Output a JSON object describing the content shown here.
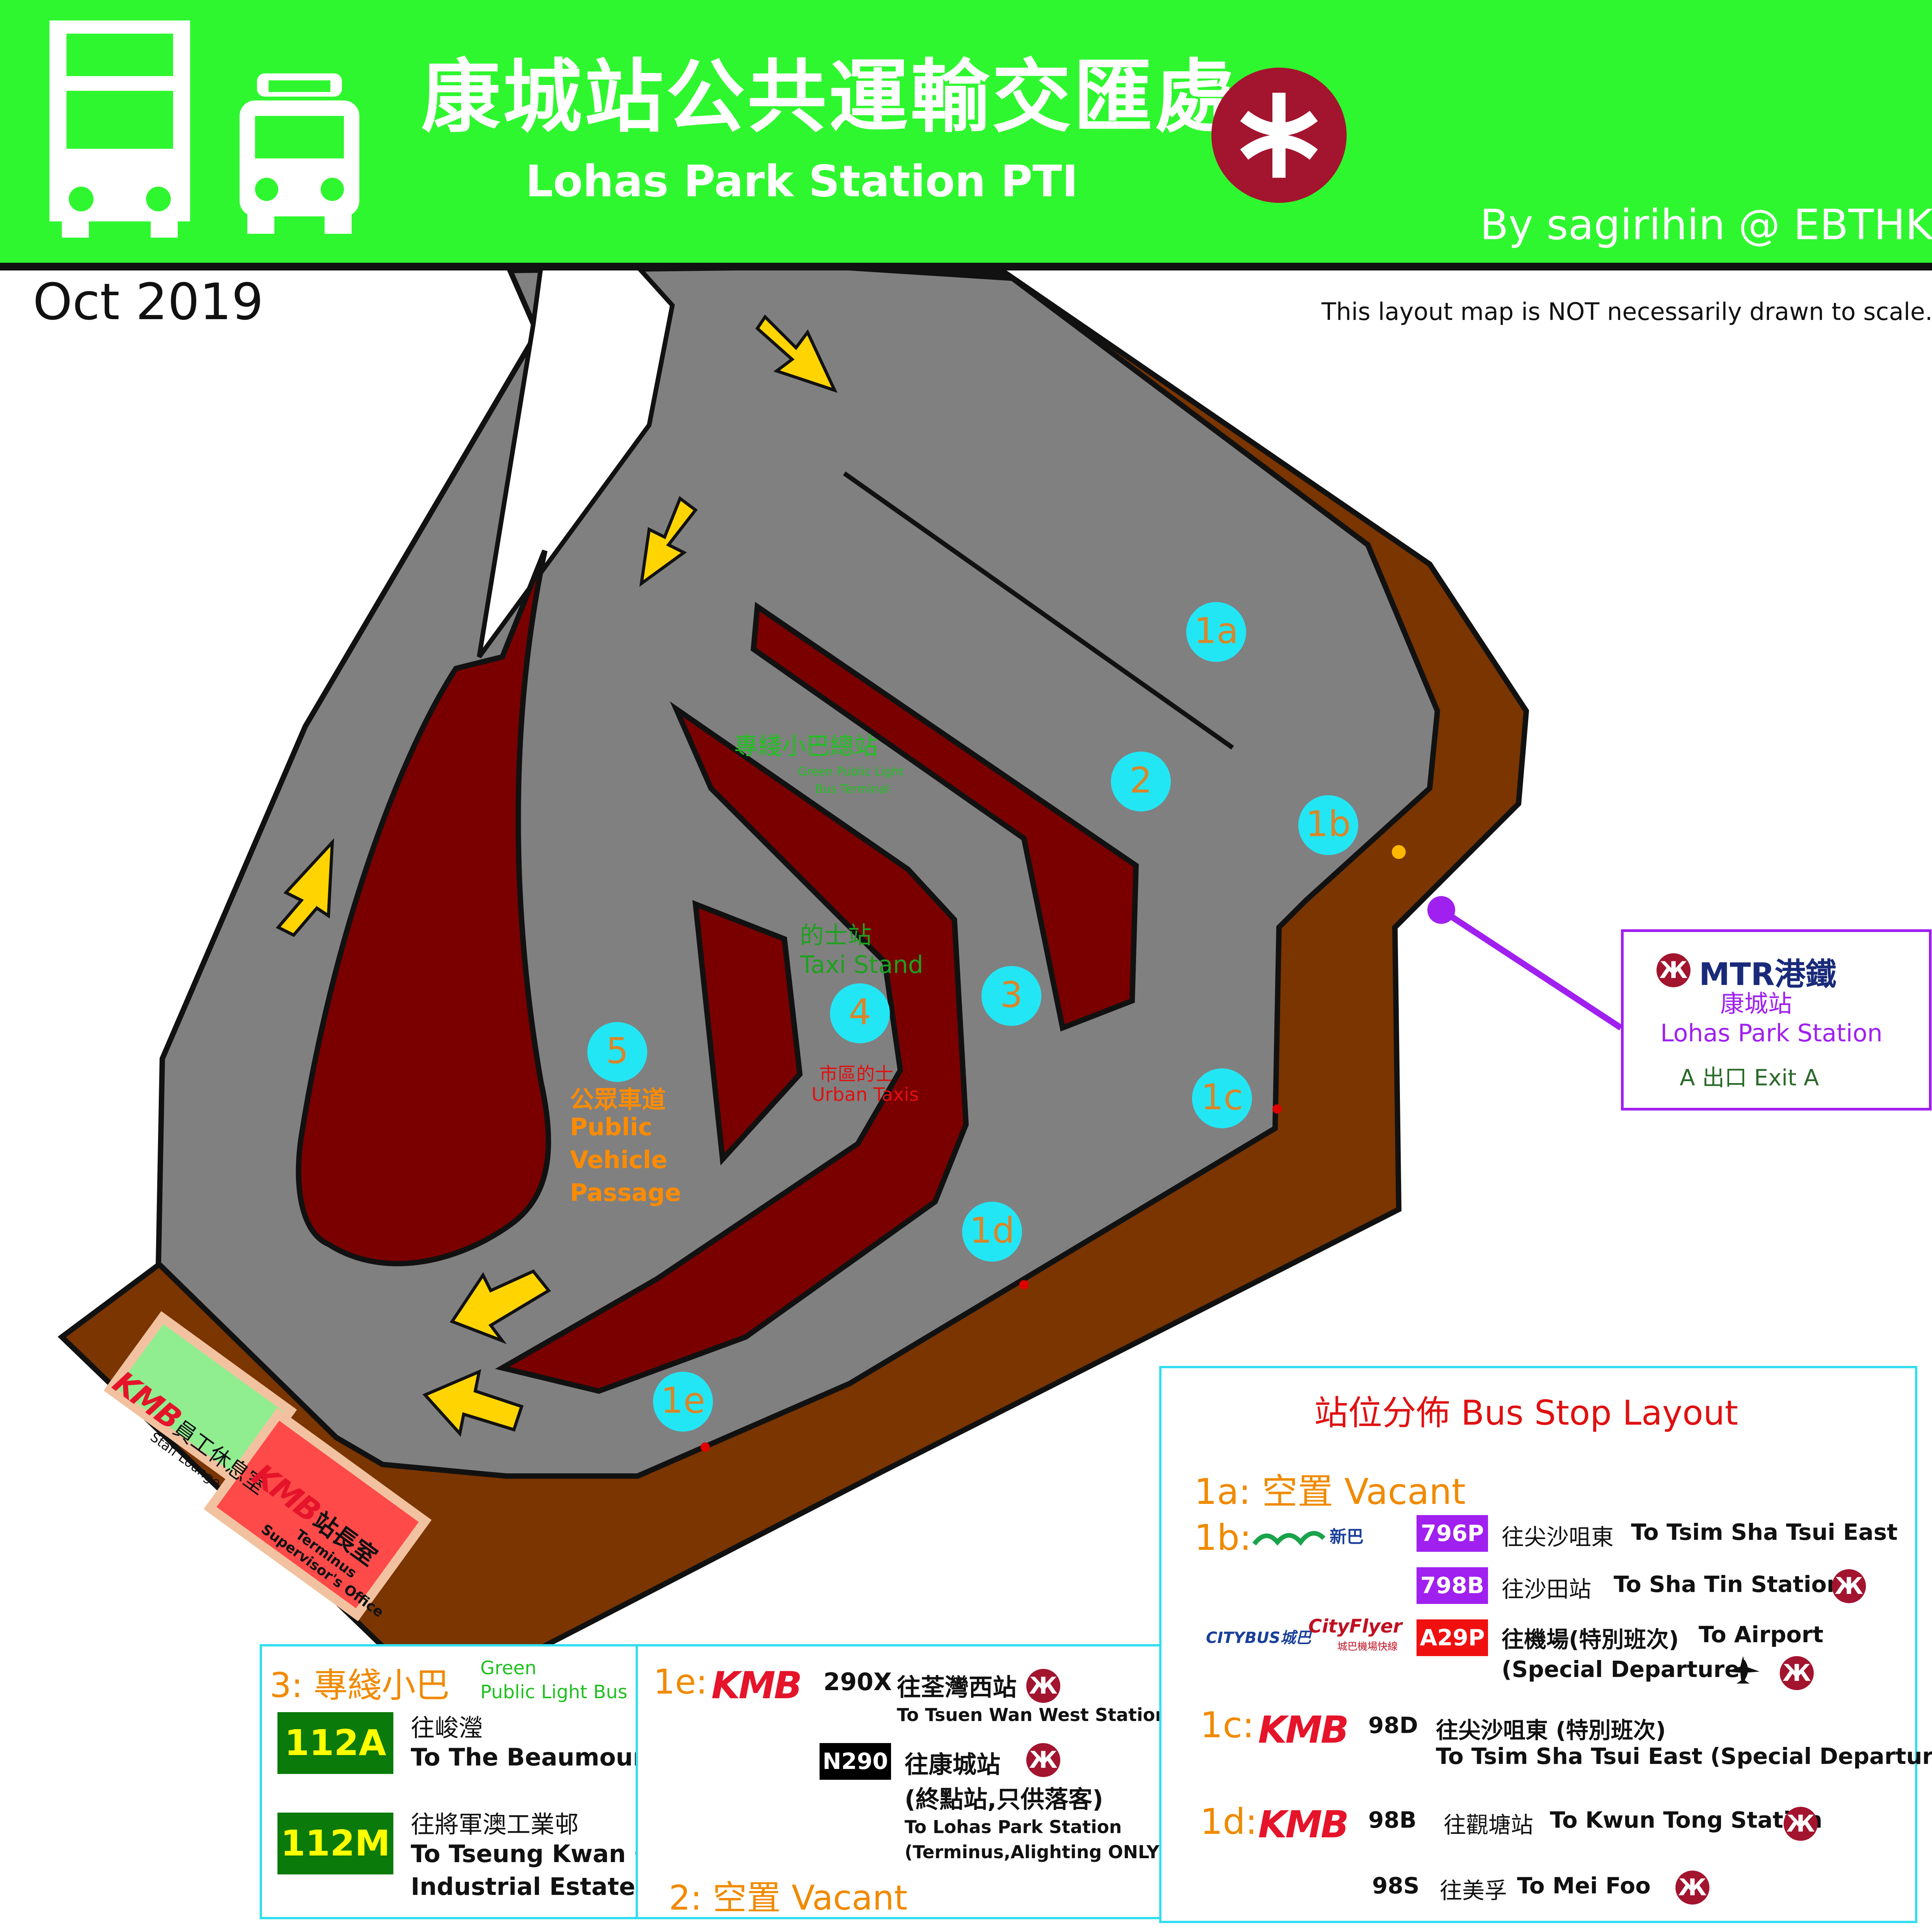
{
  "header": {
    "title_zh": "康城站公共運輸交匯處",
    "title_en": "Lohas Park Station PTI",
    "author": "By sagirihin @ EBTHK",
    "date": "Oct 2019",
    "scale_note": "This layout map is NOT necessarily drawn to scale."
  },
  "colors": {
    "header_bg": "#2ff72f",
    "road": "#808080",
    "island": "#7a0000",
    "pavement": "#7a3500",
    "arrow": "#ffd400",
    "stop_marker": "#23e6f5",
    "mtr": "#a3142f",
    "mtr_line": "#a020f0"
  },
  "icons": [
    "double-decker-bus-icon",
    "minibus-icon",
    "mtr-logo-icon",
    "airplane-icon"
  ],
  "stops": [
    "1a",
    "2",
    "1b",
    "3",
    "4",
    "5",
    "1c",
    "1d",
    "1e"
  ],
  "map_labels": {
    "gmb_zh": "專綫小巴總站",
    "gmb_en1": "Green Public Light",
    "gmb_en2": "Bus Terminal",
    "taxi_zh": "的士站",
    "taxi_en": "Taxi Stand",
    "urban_zh": "市區的士",
    "urban_en": "Urban Taxis",
    "pvp_zh": "公眾車道",
    "pvp_en1": "Public",
    "pvp_en2": "Vehicle",
    "pvp_en3": "Passage",
    "staff_zh": "員工休息室",
    "staff_en": "Staff Lounge",
    "office_zh": "站長室",
    "office_en1": "Terminus",
    "office_en2": "Supervisor's Office",
    "kmb": "KMB"
  },
  "mtr_box": {
    "brand": "MTR港鐵",
    "station_zh": "康城站",
    "station_en": "Lohas Park Station",
    "exit": "A 出口  Exit A"
  },
  "gmb_panel": {
    "title": "3: 專綫小巴",
    "sub1": "Green",
    "sub2": "Public Light Bus",
    "routes": [
      {
        "route": "112A",
        "dest_zh": "往峻瀅",
        "dest_en": "To The Beaumount"
      },
      {
        "route": "112M",
        "dest_zh": "往將軍澳工業邨",
        "dest_en": "To Tseung Kwan O",
        "dest_en2": "Industrial Estate"
      }
    ]
  },
  "panel_1e": {
    "title": "1e:",
    "operator": "KMB",
    "r1": {
      "route": "290X",
      "dest_zh": "往荃灣西站",
      "dest_en": "To Tsuen Wan West Station"
    },
    "r2": {
      "route": "N290",
      "dest_zh": "往康城站",
      "dest_zh2": "(終點站,只供落客)",
      "dest_en": "To Lohas Park Station",
      "dest_en2": "(Terminus,Alighting ONLY)"
    },
    "vacant": "2: 空置 Vacant"
  },
  "layout_panel": {
    "title": "站位分佈 Bus Stop Layout",
    "s1a": "1a: 空置 Vacant",
    "s1b": "1b:",
    "firstbus": "新巴",
    "r796p": {
      "route": "796P",
      "dest_zh": "往尖沙咀東",
      "dest_en": "To Tsim Sha Tsui East"
    },
    "r798b": {
      "route": "798B",
      "dest_zh": "往沙田站",
      "dest_en": "To Sha Tin Station"
    },
    "citybus": "CITYBUS城巴",
    "cityflyer": "CityFlyer",
    "cityflyer_zh": "城巴機場快線",
    "ra29p": {
      "route": "A29P",
      "dest_zh": "往機場(特別班次)",
      "dest_en": "To Airport",
      "dest_en2": "(Special Departure)"
    },
    "s1c": "1c:",
    "r98d": {
      "route": "98D",
      "dest_zh": "往尖沙咀東 (特別班次)",
      "dest_en": "To Tsim Sha Tsui East (Special Departure)"
    },
    "s1d": "1d:",
    "r98b": {
      "route": "98B",
      "dest_zh": "往觀塘站",
      "dest_en": "To Kwun Tong Station"
    },
    "r98s": {
      "route": "98S",
      "dest_zh": "往美孚",
      "dest_en": "To Mei Foo"
    },
    "kmb": "KMB"
  }
}
